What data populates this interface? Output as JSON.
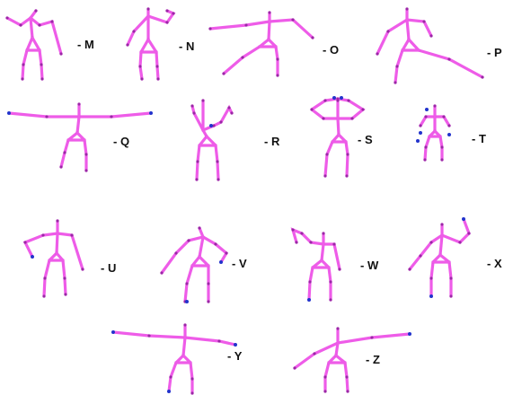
{
  "figures": [
    {
      "id": "m",
      "label": "- M"
    },
    {
      "id": "n",
      "label": "- N"
    },
    {
      "id": "o",
      "label": "- O"
    },
    {
      "id": "p",
      "label": "- P"
    },
    {
      "id": "q",
      "label": "- Q"
    },
    {
      "id": "r",
      "label": "- R"
    },
    {
      "id": "s",
      "label": "- S"
    },
    {
      "id": "t",
      "label": "- T"
    },
    {
      "id": "u",
      "label": "- U"
    },
    {
      "id": "v",
      "label": "- V"
    },
    {
      "id": "w",
      "label": "- W"
    },
    {
      "id": "x",
      "label": "- X"
    },
    {
      "id": "y",
      "label": "- Y"
    },
    {
      "id": "z",
      "label": "- Z"
    }
  ],
  "colors": {
    "bone": "#ee5ce8",
    "joint": "#9b27a6",
    "tip": "#2233cc",
    "text": "#111111"
  }
}
